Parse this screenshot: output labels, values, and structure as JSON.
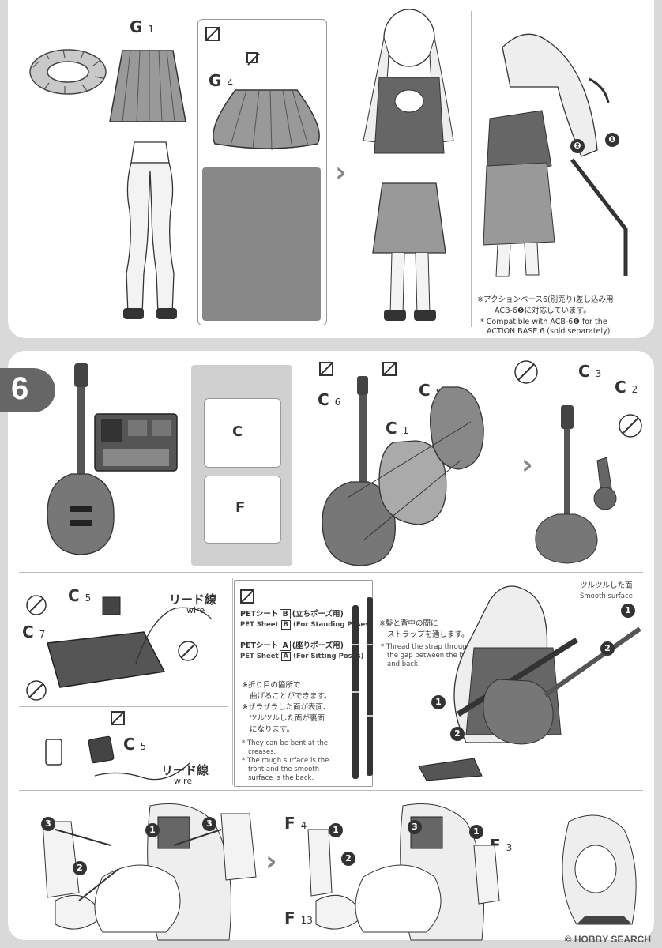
{
  "section_number": "6",
  "top": {
    "part_g1": {
      "letter": "G",
      "num": "1"
    },
    "part_g4": {
      "letter": "G",
      "num": "4"
    },
    "circle_1": "❶",
    "circle_2": "❷",
    "note_jp_1": "※アクションベース6(別売り)差し込み用",
    "note_jp_2": "ACB-6❺に対応しています。",
    "note_en_1": "* Compatible with ACB-6❺ for the",
    "note_en_2": "ACTION BASE 6 (sold separately)."
  },
  "guitar_section": {
    "c6": {
      "letter": "C",
      "num": "6"
    },
    "c8": {
      "letter": "C",
      "num": "8"
    },
    "c1": {
      "letter": "C",
      "num": "1"
    },
    "c3": {
      "letter": "C",
      "num": "3"
    },
    "c2": {
      "letter": "C",
      "num": "2"
    },
    "runner_c": "C",
    "runner_f": "F"
  },
  "pedal_section": {
    "c5": {
      "letter": "C",
      "num": "5"
    },
    "c7": {
      "letter": "C",
      "num": "7"
    },
    "wire_jp": "リード線",
    "wire_en": "wire",
    "c5b": {
      "letter": "C",
      "num": "5"
    },
    "wire_jp_b": "リード線",
    "wire_en_b": "wire"
  },
  "strap_section": {
    "pet_b_jp_prefix": "PETシート",
    "pet_b_letter": "B",
    "pet_b_jp_suffix": "(立ちポーズ用)",
    "pet_b_en_prefix": "PET Sheet",
    "pet_b_en_suffix": "(For Standing Poses)",
    "pet_a_jp_prefix": "PETシート",
    "pet_a_letter": "A",
    "pet_a_jp_suffix": "(座りポーズ用)",
    "pet_a_en_prefix": "PET Sheet",
    "pet_a_en_suffix": "(For Sitting Poses)",
    "fold_jp_1": "※折り目の箇所で",
    "fold_jp_2": "曲げることができます。",
    "fold_jp_3": "※ザラザラした面が表面、",
    "fold_jp_4": "ツルツルした面が裏面",
    "fold_jp_5": "になります。",
    "fold_en_1": "* They can be bent at the",
    "fold_en_2": "creases.",
    "fold_en_3": "* The rough surface is the",
    "fold_en_4": "front and the smooth",
    "fold_en_5": "surface is the back.",
    "thread_jp_1": "※髪と背中の間に",
    "thread_jp_2": "ストラップを通します。",
    "thread_en_1": "* Thread the strap through",
    "thread_en_2": "the gap between the hair",
    "thread_en_3": "and back.",
    "smooth_jp": "ツルツルした面",
    "smooth_en": "Smooth surface",
    "step1": "1",
    "step2": "2"
  },
  "hair_section": {
    "f4": {
      "letter": "F",
      "num": "4"
    },
    "f3": {
      "letter": "F",
      "num": "3"
    },
    "f13": {
      "letter": "F",
      "num": "13"
    },
    "step1": "1",
    "step2": "2",
    "step3": "3"
  },
  "footer": {
    "logo_text": "HOBBY SEARCH",
    "mark": "©"
  }
}
